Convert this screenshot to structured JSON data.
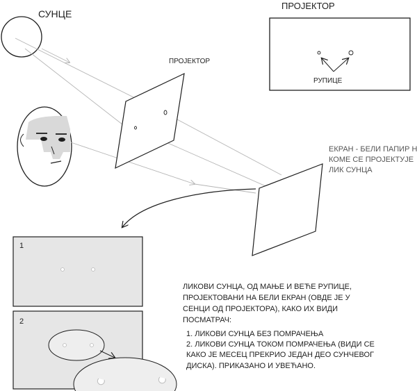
{
  "labels": {
    "sun": "СУНЦЕ",
    "projector_top": "ПРОЈЕКТОР",
    "projector_middle": "ПРОЈЕКТОР",
    "holes": "РУПИЦЕ",
    "screen_lines": [
      "ЕКРАН - БЕЛИ ПАПИР НА",
      "КОМЕ СЕ ПРОЈЕКТУЈЕ",
      "ЛИК СУНЦА"
    ],
    "panel1_number": "1",
    "panel2_number": "2"
  },
  "description": {
    "intro_lines": [
      "ЛИКОВИ СУНЦА, ОД МАЊЕ И ВЕЋЕ РУПИЦЕ,",
      "ПРОЈЕКТОВАНИ НА БЕЛИ ЕКРАН (ОВДЕ ЈЕ У",
      "СЕНЦИ ОД ПРОЈЕКТОРА), КАКО ИХ ВИДИ",
      "ПОСМАТРАЧ:"
    ],
    "item_lines": [
      "1. ЛИКОВИ СУНЦА БЕЗ ПОМРАЧЕЊА",
      "2. ЛИКОВИ СУНЦА ТОКОМ ПОМРАЧЕЊА (ВИДИ СЕ",
      "КАКО ЈЕ МЕСЕЦ ПРЕКРИО ЈЕДАН ДЕО СУНЧЕВОГ",
      "ДИСКА). ПРИКАЗАНО И УВЕЋАНО."
    ]
  },
  "colors": {
    "line": "#1e1e1e",
    "ray": "#b5b5b5",
    "panel_fill": "#e6e6e6",
    "ellipse_fill": "#eeeeee",
    "screen_text": "#555555"
  }
}
